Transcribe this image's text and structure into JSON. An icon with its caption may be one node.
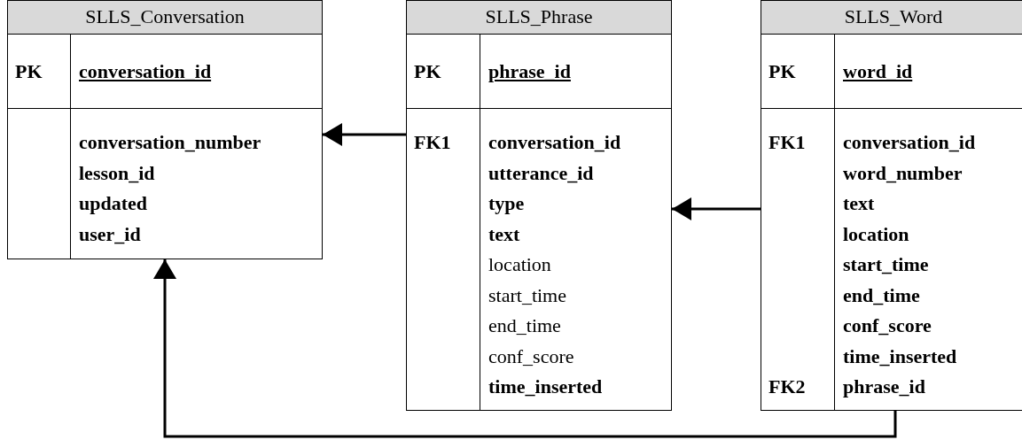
{
  "diagram": {
    "nodes": [
      {
        "text": [
          "SLLS_Conversation",
          "PK",
          "conversation_id",
          "conversation_number",
          "lesson_id",
          "updated",
          "user_id"
        ]
      },
      {
        "text": [
          "SLLS_Phrase",
          "PK",
          "phrase_id",
          "FK1",
          "conversation_id",
          "utterance_id",
          "type",
          "text",
          "location",
          "start_time",
          "end_time",
          "conf_score",
          "time_inserted"
        ]
      },
      {
        "text": [
          "SLLS_Word",
          "PK",
          "word_id",
          "FK1",
          "conversation_id",
          "word_number",
          "text",
          "location",
          "start_time",
          "end_time",
          "conf_score",
          "time_inserted",
          "FK2",
          "phrase_id"
        ]
      }
    ],
    "edges": [
      {
        "from": 1,
        "to": 0,
        "arrow": "to"
      },
      {
        "from": 2,
        "to": 1,
        "arrow": "to"
      },
      {
        "from": 2,
        "to": 0,
        "arrow": "to"
      }
    ]
  }
}
